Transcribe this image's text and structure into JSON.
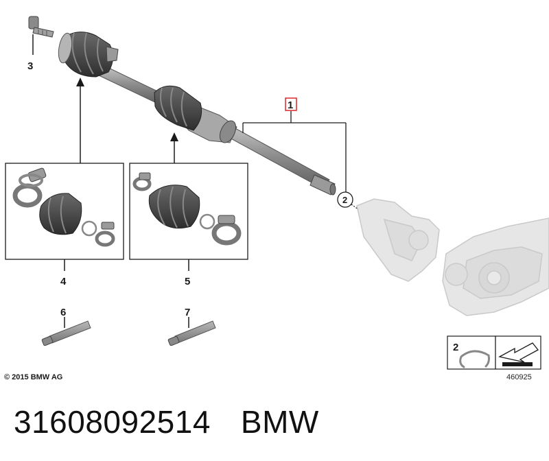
{
  "callouts": {
    "c1": "1",
    "c2": "2",
    "c3": "3",
    "c4": "4",
    "c5": "5",
    "c6": "6",
    "c7": "7"
  },
  "legend": {
    "number": "2"
  },
  "copyright": "© 2015 BMW AG",
  "image_number": "460925",
  "part": {
    "number": "31608092514",
    "brand": "BMW"
  },
  "colors": {
    "highlight_box": "#d9262c",
    "line": "#1a1a1a",
    "part_gray": "#7d7d7d",
    "ghost_gray": "#d6d6d6"
  }
}
